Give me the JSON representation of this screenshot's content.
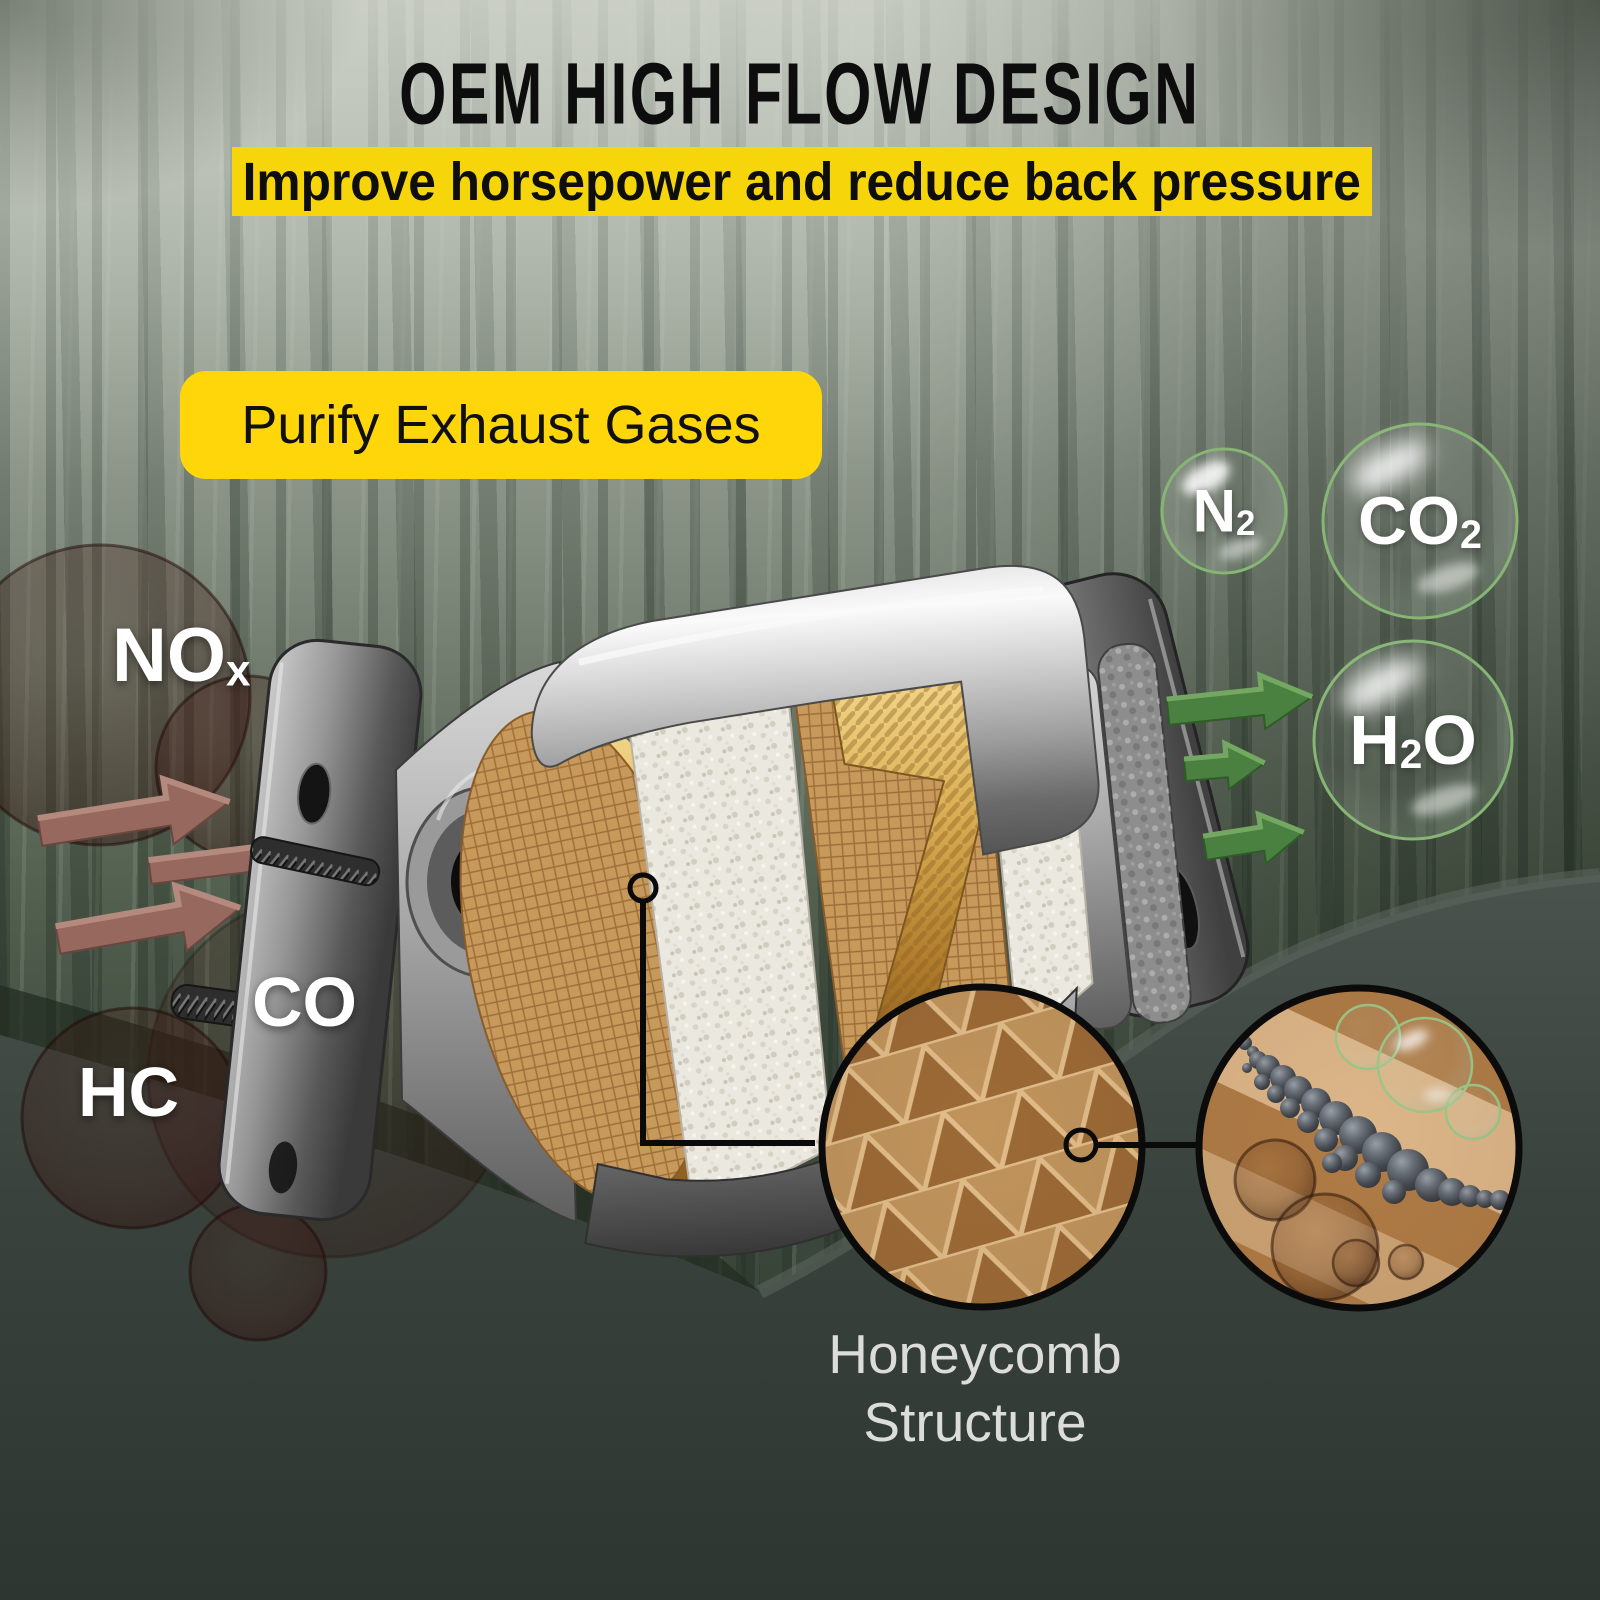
{
  "title": {
    "text": "OEM HIGH FLOW DESIGN"
  },
  "banner": {
    "text": "Improve horsepower and reduce back pressure"
  },
  "purify_badge": {
    "text": "Purify Exhaust Gases"
  },
  "input_gases": [
    {
      "name": "nitrogen-oxides",
      "main": "NO",
      "sub": "x"
    },
    {
      "name": "carbon-monoxide",
      "main": "CO",
      "sub": ""
    },
    {
      "name": "hydrocarbons",
      "main": "HC",
      "sub": ""
    }
  ],
  "output_gases": [
    {
      "name": "nitrogen",
      "main": "N",
      "sub": "2",
      "post": ""
    },
    {
      "name": "carbon-dioxide",
      "main": "CO",
      "sub": "2",
      "post": ""
    },
    {
      "name": "water",
      "main": "H",
      "sub": "2",
      "post": "O"
    }
  ],
  "callout": {
    "line1": "Honeycomb",
    "line2": "Structure"
  },
  "colors": {
    "accent_yellow": "#F6D60A",
    "badge_yellow": "#FFD60A",
    "inlet_arrow": "#96685E",
    "outlet_arrow": "#4A8040",
    "bubble_rim": "#86B574",
    "honeycomb_tan": "#B5854D",
    "text_dark": "#111111",
    "text_light": "#FFFFFF"
  }
}
